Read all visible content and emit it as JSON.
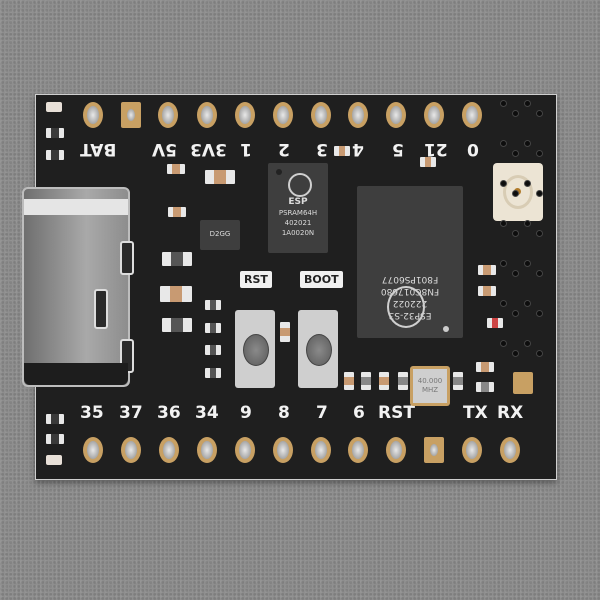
{
  "scene": {
    "description": "ESP32-S3 microcontroller development board on grey surface",
    "board_color": "#1f1f1f",
    "pad_color": "#c8a063",
    "background_color": "#8f8f8f"
  },
  "top_header": {
    "labels": [
      "BAT",
      "",
      "5V",
      "3V3",
      "1",
      "2",
      "3",
      "4",
      "5",
      "21",
      "0"
    ],
    "square_pad_index": 1
  },
  "bottom_header": {
    "labels": [
      "35",
      "37",
      "36",
      "34",
      "9",
      "8",
      "7",
      "6",
      "RST",
      "",
      "TX",
      "RX"
    ],
    "square_pad_index": 9
  },
  "buttons": {
    "rst_label": "RST",
    "boot_label": "BOOT"
  },
  "psram_chip": {
    "brand": "ESP",
    "lines": [
      "PSRAM64H",
      "402021",
      "1A0020N"
    ]
  },
  "mcu_chip": {
    "lines": [
      "ESP32-S3",
      "222022",
      "FN8C017680",
      "F801PS6077"
    ]
  },
  "crystal": {
    "frequency": "40.000",
    "unit": "MHZ"
  },
  "regulator_marking": "D2GG",
  "connectors": {
    "usb": "USB-C",
    "antenna": "u.FL"
  }
}
